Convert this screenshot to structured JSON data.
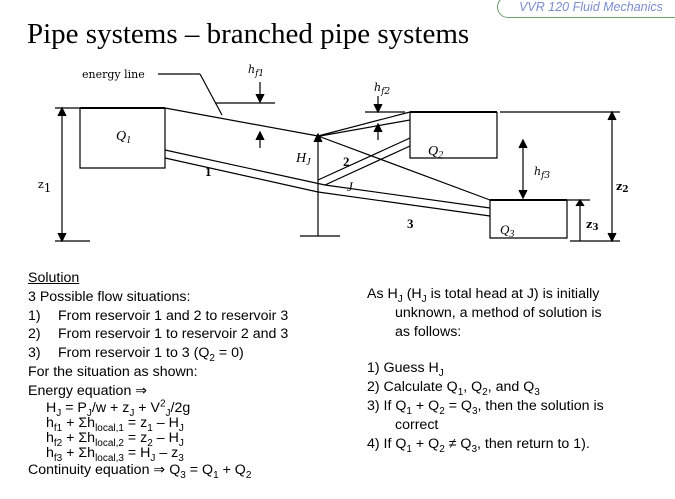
{
  "badge": "VVR 120 Fluid Mechanics",
  "title": "Pipe systems – branched pipe systems",
  "figure": {
    "energy_line": "energy line",
    "hf1": "h",
    "hf1_sub": "f1",
    "hf2": "h",
    "hf2_sub": "f2",
    "hf3": "h",
    "hf3_sub": "f3",
    "Q1": "Q",
    "Q1_sub": "1",
    "Q2": "Q",
    "Q2_sub": "2",
    "Q3": "Q",
    "Q3_sub": "3",
    "HJ": "H",
    "HJ_sub": "J",
    "pipe1": "1",
    "pipe2": "2",
    "pipe3": "3",
    "junction": "J",
    "z1": "z",
    "z1_sub": "1",
    "z2": "z",
    "z2_sub": "2",
    "z3": "z",
    "z3_sub": "3"
  },
  "left": {
    "heading": "Solution",
    "intro": "3 Possible flow situations:",
    "cases": [
      {
        "num": "1)",
        "text": "From reservoir 1 and 2 to reservoir 3"
      },
      {
        "num": "2)",
        "text": "From reservoir 1 to reservoir 2 and 3"
      },
      {
        "num": "3)",
        "text": "From reservoir 1 to 3 (Q",
        "sub": "2",
        "tail": " = 0)"
      }
    ],
    "situation": "For the situation as shown:",
    "energy": "Energy equation ⇒",
    "eq1": "H",
    "eq1_sub": "J",
    "eq1_a": " = P",
    "eq1_a_sub": "J",
    "eq1_b": "/w + z",
    "eq1_b_sub": "J",
    "eq1_c": " + V",
    "eq1_c_sup": "2",
    "eq1_c_sub": "J",
    "eq1_d": "/2g",
    "eq2_h": "h",
    "eq2_h_sub": "f1",
    "eq2_mid": " + Σh",
    "eq2_mid_sub": "local,1",
    "eq2_rhs": " = z",
    "eq2_rhs_sub": "1",
    "eq2_end": " – H",
    "eq2_end_sub": "J",
    "eq3_h": "h",
    "eq3_h_sub": "f2",
    "eq3_mid": " + Σh",
    "eq3_mid_sub": "local,2",
    "eq3_rhs": " = z",
    "eq3_rhs_sub": "2",
    "eq3_end": " – H",
    "eq3_end_sub": "J",
    "eq4_h": "h",
    "eq4_h_sub": "f3",
    "eq4_mid": " + Σh",
    "eq4_mid_sub": "local,3",
    "eq4_rhs": " = H",
    "eq4_rhs_sub": "J",
    "eq4_end": " – z",
    "eq4_end_sub": "3",
    "continuity": "Continuity equation ⇒ Q",
    "cont_sub1": "3",
    "cont_mid": " = Q",
    "cont_sub2": "1",
    "cont_plus": " + Q",
    "cont_sub3": "2"
  },
  "right": {
    "as_a": "As H",
    "as_sub1": "J",
    "as_b": " (H",
    "as_sub2": "J",
    "as_c": " is total head at J) is initially",
    "line2": "unknown, a method of solution is",
    "line3": "as follows:",
    "step1": "1) Guess H",
    "step1_sub": "J",
    "step2": "2) Calculate Q",
    "step2_s1": "1",
    "step2_b": ", Q",
    "step2_s2": "2",
    "step2_c": ", and Q",
    "step2_s3": "3",
    "step3": "3) If Q",
    "step3_s1": "1",
    "step3_b": " + Q",
    "step3_s2": "2",
    "step3_c": " = Q",
    "step3_s3": "3",
    "step3_d": ", then the solution is",
    "step3_e": "correct",
    "step4": "4) If Q",
    "step4_s1": "1",
    "step4_b": " + Q",
    "step4_s2": "2",
    "step4_c": " ≠ Q",
    "step4_s3": "3",
    "step4_d": ", then return to 1)."
  }
}
